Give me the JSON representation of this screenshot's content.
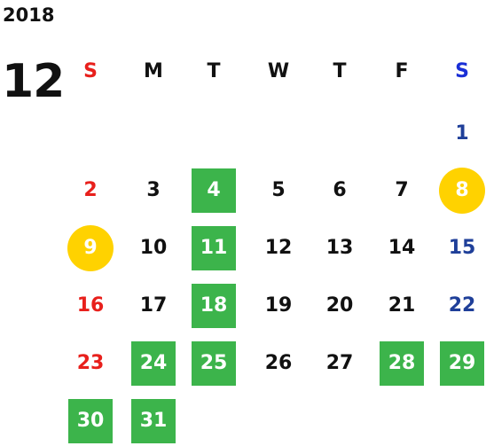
{
  "calendar": {
    "year": "2018",
    "month": "12",
    "weekdays": [
      {
        "label": "S",
        "color": "#e8201c"
      },
      {
        "label": "M",
        "color": "#111111"
      },
      {
        "label": "T",
        "color": "#111111"
      },
      {
        "label": "W",
        "color": "#111111"
      },
      {
        "label": "T",
        "color": "#111111"
      },
      {
        "label": "F",
        "color": "#111111"
      },
      {
        "label": "S",
        "color": "#1a2fd6"
      }
    ],
    "days": [
      {
        "day": "1",
        "col": 6,
        "row": 0,
        "style": "saturday"
      },
      {
        "day": "2",
        "col": 0,
        "row": 1,
        "style": "sunday"
      },
      {
        "day": "3",
        "col": 1,
        "row": 1,
        "style": "normal"
      },
      {
        "day": "4",
        "col": 2,
        "row": 1,
        "style": "green"
      },
      {
        "day": "5",
        "col": 3,
        "row": 1,
        "style": "normal"
      },
      {
        "day": "6",
        "col": 4,
        "row": 1,
        "style": "normal"
      },
      {
        "day": "7",
        "col": 5,
        "row": 1,
        "style": "normal"
      },
      {
        "day": "8",
        "col": 6,
        "row": 1,
        "style": "circle"
      },
      {
        "day": "9",
        "col": 0,
        "row": 2,
        "style": "circle"
      },
      {
        "day": "10",
        "col": 1,
        "row": 2,
        "style": "normal"
      },
      {
        "day": "11",
        "col": 2,
        "row": 2,
        "style": "green"
      },
      {
        "day": "12",
        "col": 3,
        "row": 2,
        "style": "normal"
      },
      {
        "day": "13",
        "col": 4,
        "row": 2,
        "style": "normal"
      },
      {
        "day": "14",
        "col": 5,
        "row": 2,
        "style": "normal"
      },
      {
        "day": "15",
        "col": 6,
        "row": 2,
        "style": "saturday"
      },
      {
        "day": "16",
        "col": 0,
        "row": 3,
        "style": "sunday"
      },
      {
        "day": "17",
        "col": 1,
        "row": 3,
        "style": "normal"
      },
      {
        "day": "18",
        "col": 2,
        "row": 3,
        "style": "green"
      },
      {
        "day": "19",
        "col": 3,
        "row": 3,
        "style": "normal"
      },
      {
        "day": "20",
        "col": 4,
        "row": 3,
        "style": "normal"
      },
      {
        "day": "21",
        "col": 5,
        "row": 3,
        "style": "normal"
      },
      {
        "day": "22",
        "col": 6,
        "row": 3,
        "style": "saturday"
      },
      {
        "day": "23",
        "col": 0,
        "row": 4,
        "style": "sunday"
      },
      {
        "day": "24",
        "col": 1,
        "row": 4,
        "style": "green"
      },
      {
        "day": "25",
        "col": 2,
        "row": 4,
        "style": "green"
      },
      {
        "day": "26",
        "col": 3,
        "row": 4,
        "style": "normal"
      },
      {
        "day": "27",
        "col": 4,
        "row": 4,
        "style": "normal"
      },
      {
        "day": "28",
        "col": 5,
        "row": 4,
        "style": "green"
      },
      {
        "day": "29",
        "col": 6,
        "row": 4,
        "style": "green"
      },
      {
        "day": "30",
        "col": 0,
        "row": 5,
        "style": "green"
      },
      {
        "day": "31",
        "col": 1,
        "row": 5,
        "style": "green"
      }
    ],
    "colors": {
      "sunday": "#e8201c",
      "saturday": "#1f3f99",
      "normal": "#111111",
      "green_bg": "#3cb44b",
      "circle_bg": "#ffd200"
    }
  }
}
